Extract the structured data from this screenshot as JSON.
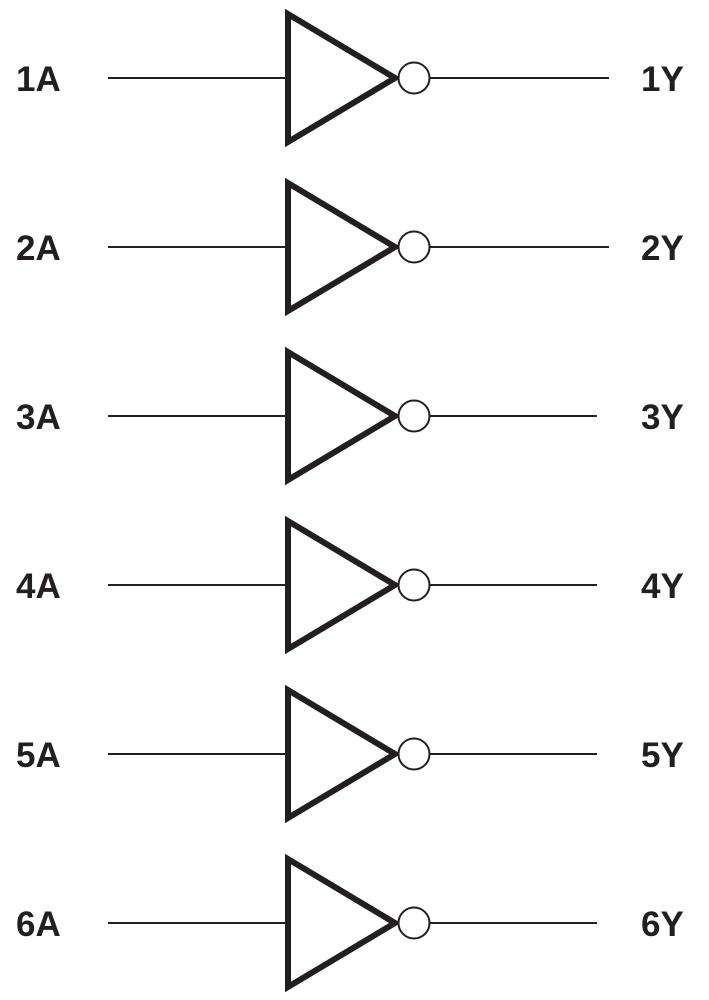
{
  "diagram": {
    "gates": [
      {
        "input": "1A",
        "output": "1Y"
      },
      {
        "input": "2A",
        "output": "2Y"
      },
      {
        "input": "3A",
        "output": "3Y"
      },
      {
        "input": "4A",
        "output": "4Y"
      },
      {
        "input": "5A",
        "output": "5Y"
      },
      {
        "input": "6A",
        "output": "6Y"
      }
    ],
    "gate_type": "inverter",
    "stroke_color": "#231f20"
  }
}
